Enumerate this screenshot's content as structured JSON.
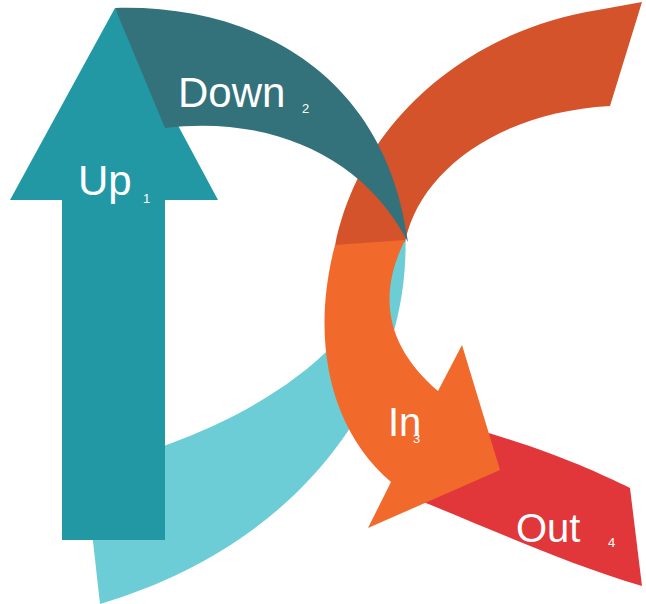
{
  "diagram": {
    "nodes": [
      {
        "text": [
          "Up",
          "1"
        ]
      },
      {
        "text": [
          "Down",
          "2"
        ]
      },
      {
        "text": [
          "In",
          "3"
        ]
      },
      {
        "text": [
          "Out",
          "4"
        ]
      }
    ]
  }
}
